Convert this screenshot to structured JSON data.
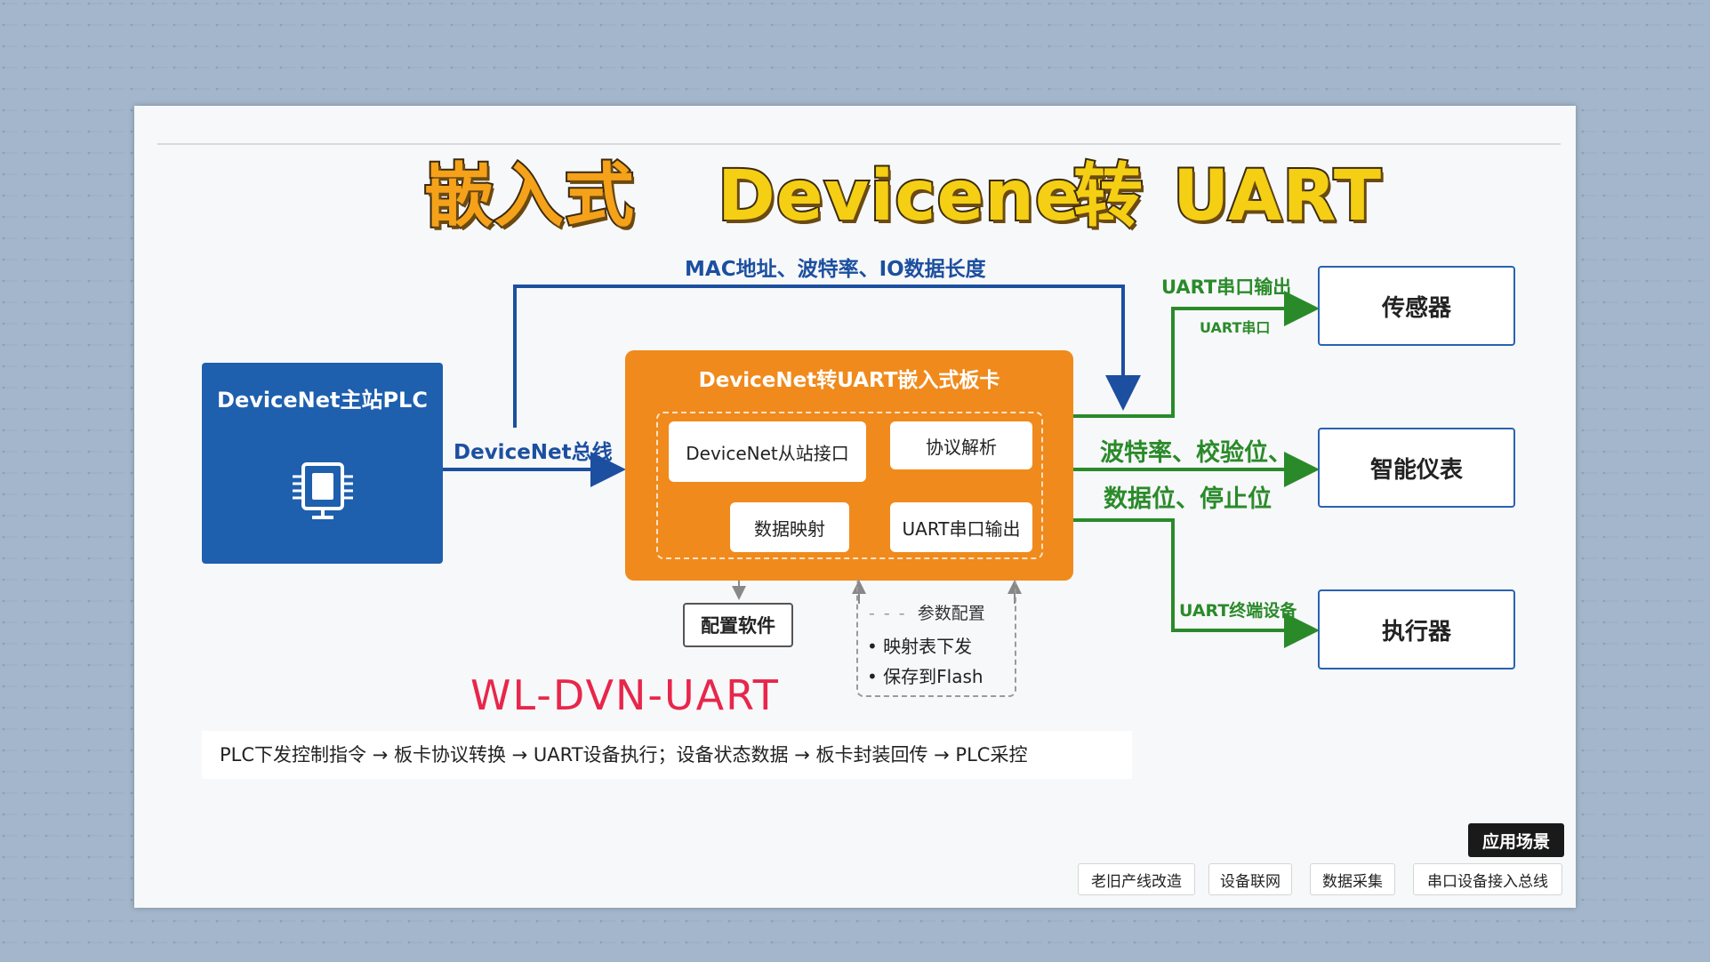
{
  "title": {
    "part1": "嵌入式",
    "part2": "Devicenet",
    "part3": "转",
    "part4": "UART"
  },
  "master": {
    "label": "DeviceNet主站PLC",
    "icon": "chip-icon"
  },
  "bus_label": "DeviceNet总线",
  "top_label": "MAC地址、波特率、IO数据长度",
  "board": {
    "title": "DeviceNet转UART嵌入式板卡",
    "modules": {
      "slave_interface": "DeviceNet从站接口",
      "protocol_parse": "协议解析",
      "data_mapping": "数据映射",
      "uart_output": "UART串口输出"
    }
  },
  "config_software": "配置软件",
  "param_config": {
    "title": "参数配置",
    "items": [
      "• 映射表下发",
      "• 保存到Flash"
    ]
  },
  "model": "WL-DVN-UART",
  "outputs": {
    "uart_out_label": "UART串口输出",
    "uart_port_label": "UART串口",
    "middle_label_line1": "波特率、校验位、",
    "middle_label_line2": "数据位、停止位",
    "terminal_label": "UART终端设备",
    "devices": [
      "传感器",
      "智能仪表",
      "执行器"
    ]
  },
  "flow_text": "PLC下发控制指令 → 板卡协议转换 → UART设备执行；设备状态数据 → 板卡封装回传 → PLC采控",
  "scenarios": {
    "tag": "应用场景",
    "items": [
      "老旧产线改造",
      "设备联网",
      "数据采集",
      "串口设备接入总线"
    ]
  },
  "colors": {
    "master_blue": "#1e5fae",
    "board_orange": "#f08a1c",
    "line_blue": "#1c4fa0",
    "line_green": "#2a8a2a",
    "model_red": "#e8264b"
  }
}
